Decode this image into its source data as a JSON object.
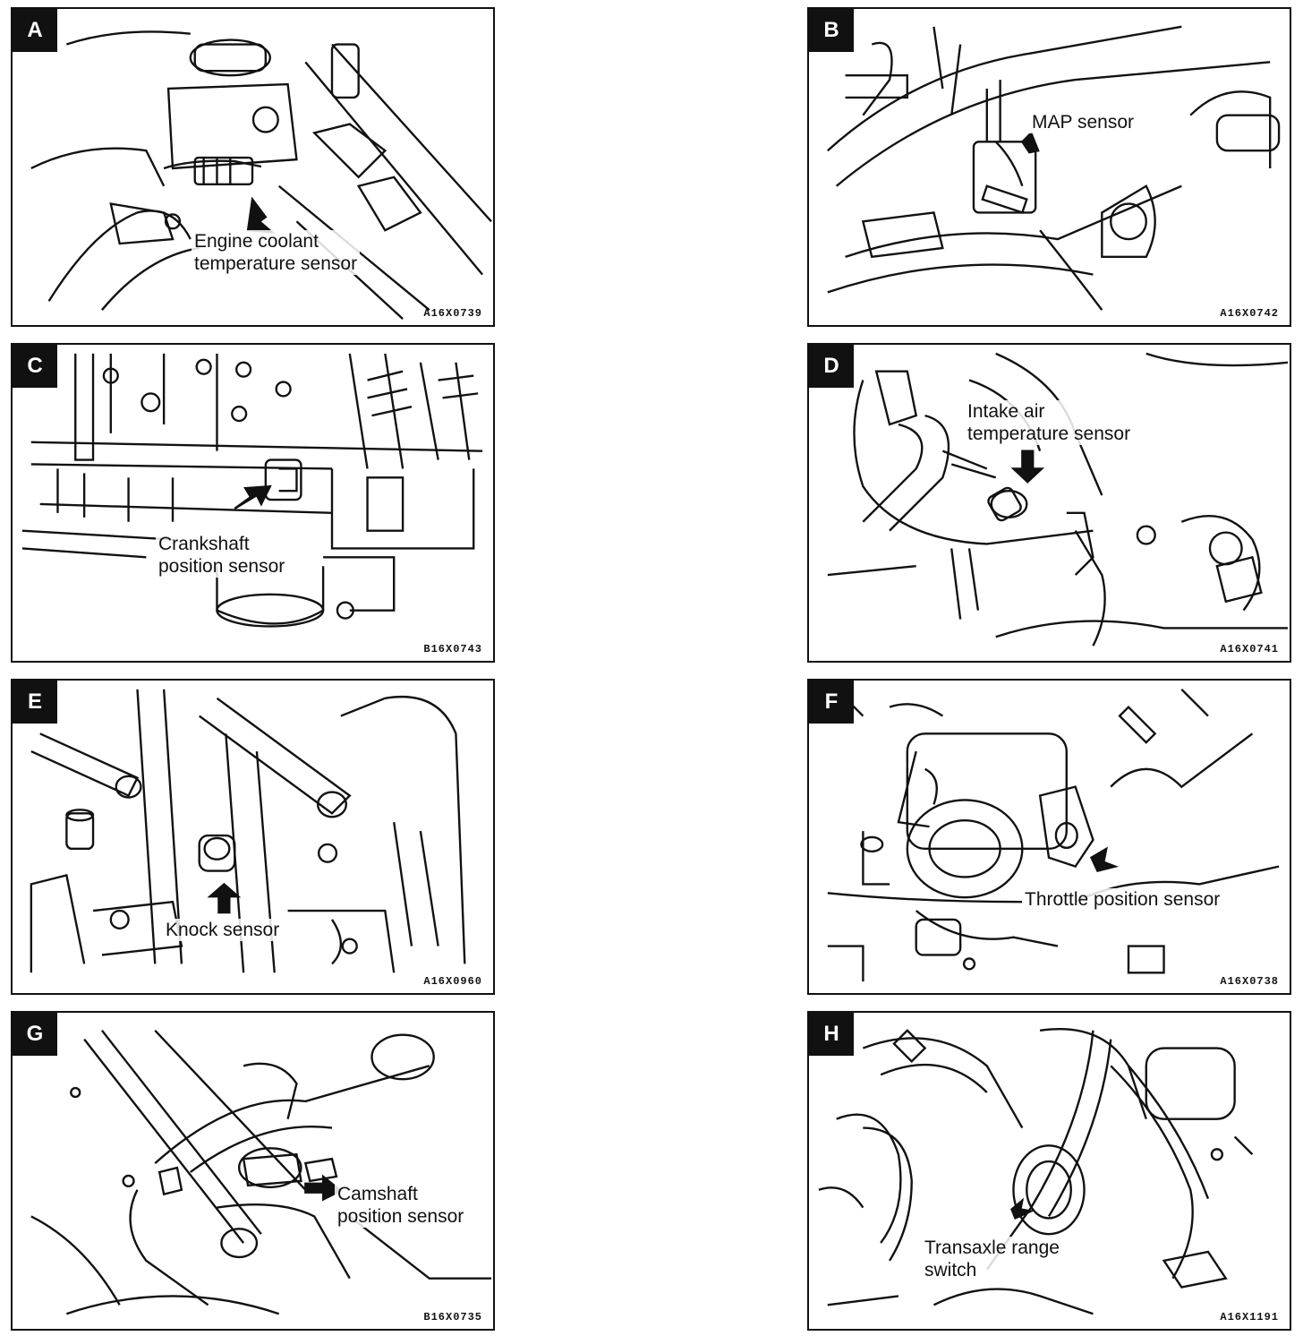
{
  "panels": {
    "A": {
      "letter": "A",
      "caption_lines": [
        "Engine coolant",
        "temperature sensor"
      ],
      "code": "A16X0739"
    },
    "B": {
      "letter": "B",
      "caption_lines": [
        "MAP sensor"
      ],
      "code": "A16X0742"
    },
    "C": {
      "letter": "C",
      "caption_lines": [
        "Crankshaft",
        "position sensor"
      ],
      "code": "B16X0743"
    },
    "D": {
      "letter": "D",
      "caption_lines": [
        "Intake air",
        "temperature sensor"
      ],
      "code": "A16X0741"
    },
    "E": {
      "letter": "E",
      "caption_lines": [
        "Knock sensor"
      ],
      "code": "A16X0960"
    },
    "F": {
      "letter": "F",
      "caption_lines": [
        "Throttle position sensor"
      ],
      "code": "A16X0738"
    },
    "G": {
      "letter": "G",
      "caption_lines": [
        "Camshaft",
        "position sensor"
      ],
      "code": "B16X0735"
    },
    "H": {
      "letter": "H",
      "caption_lines": [
        "Transaxle range",
        "switch"
      ],
      "code": "A16X1191"
    }
  }
}
